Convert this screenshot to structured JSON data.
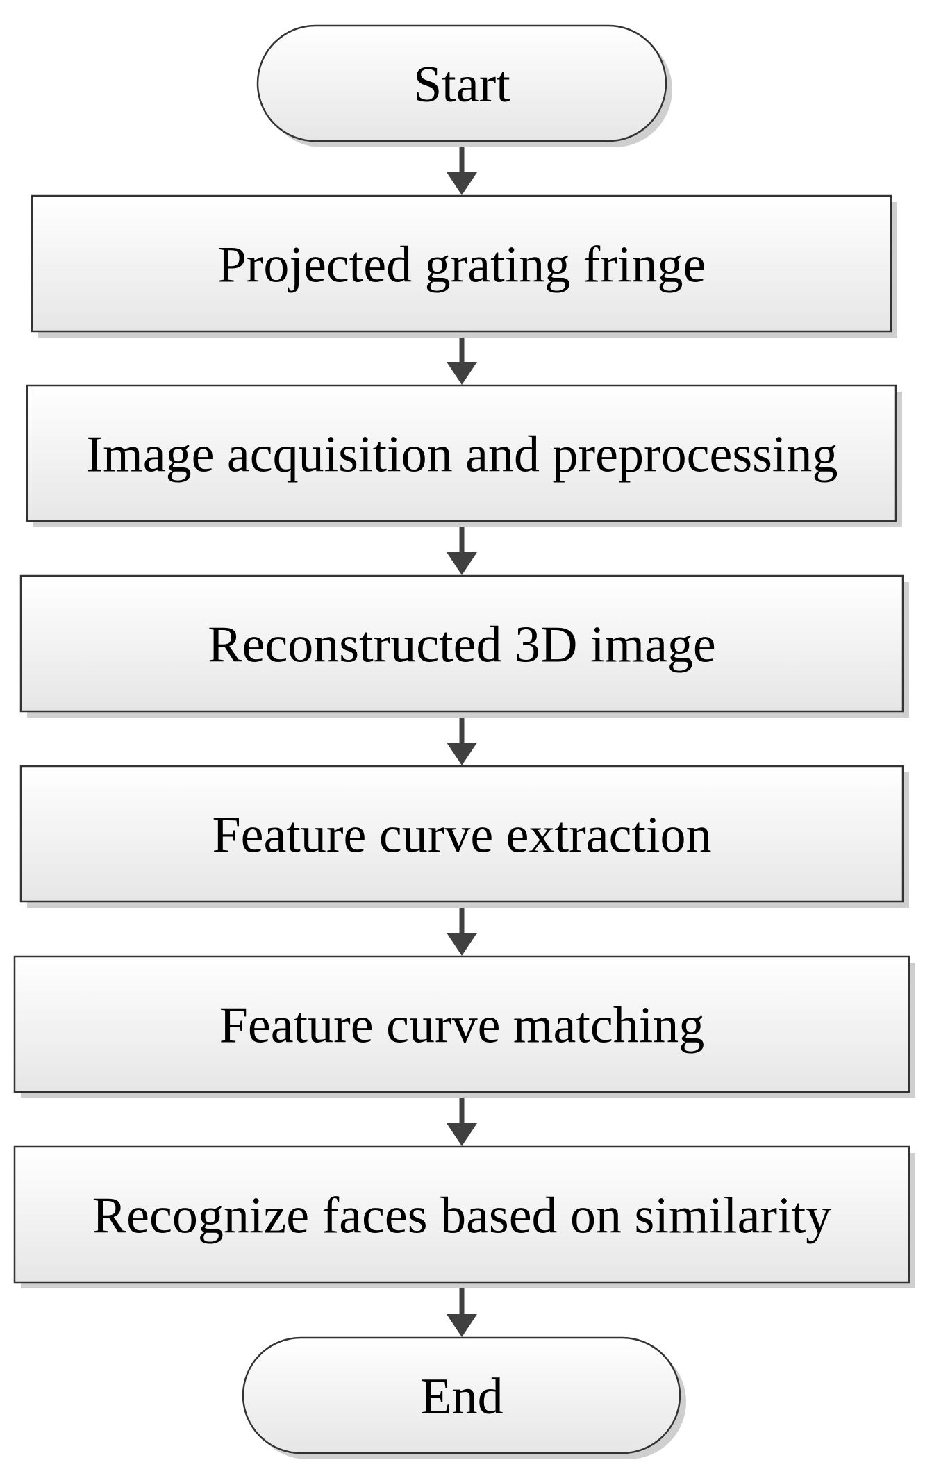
{
  "diagram": {
    "type": "flowchart",
    "direction": "top-to-bottom",
    "colors": {
      "fill_top": "#ffffff",
      "fill_bottom": "#e6e6e6",
      "stroke": "#333333",
      "shadow": "#cfcfcf",
      "arrow": "#404040",
      "text": "#000000"
    },
    "nodes": [
      {
        "id": "start",
        "shape": "terminator",
        "label": "Start"
      },
      {
        "id": "step1",
        "shape": "process",
        "label": "Projected grating fringe"
      },
      {
        "id": "step2",
        "shape": "process",
        "label": "Image acquisition and preprocessing"
      },
      {
        "id": "step3",
        "shape": "process",
        "label": "Reconstructed 3D image"
      },
      {
        "id": "step4",
        "shape": "process",
        "label": "Feature curve extraction"
      },
      {
        "id": "step5",
        "shape": "process",
        "label": "Feature curve matching"
      },
      {
        "id": "step6",
        "shape": "process",
        "label": "Recognize faces based on similarity"
      },
      {
        "id": "end",
        "shape": "terminator",
        "label": "End"
      }
    ],
    "edges": [
      {
        "from": "start",
        "to": "step1"
      },
      {
        "from": "step1",
        "to": "step2"
      },
      {
        "from": "step2",
        "to": "step3"
      },
      {
        "from": "step3",
        "to": "step4"
      },
      {
        "from": "step4",
        "to": "step5"
      },
      {
        "from": "step5",
        "to": "step6"
      },
      {
        "from": "step6",
        "to": "end"
      }
    ]
  }
}
